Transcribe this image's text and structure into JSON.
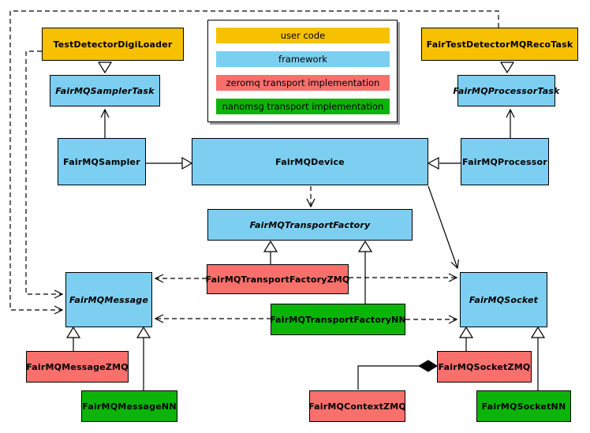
{
  "diagram_type": "uml-class-diagram",
  "legend": {
    "items": [
      {
        "label": "user code",
        "color": "#F7C102",
        "category": "user-code"
      },
      {
        "label": "framework",
        "color": "#7DCFF1",
        "category": "framework"
      },
      {
        "label": "zeromq transport implementation",
        "color": "#F7706B",
        "category": "zeromq"
      },
      {
        "label": "nanomsg transport implementation",
        "color": "#0CB409",
        "category": "nanomsg"
      }
    ]
  },
  "nodes": {
    "test_detector_digi_loader": {
      "label": "TestDetectorDigiLoader",
      "category": "user-code",
      "abstract": false
    },
    "fair_test_detector_mq_reco_task": {
      "label": "FairTestDetectorMQRecoTask",
      "category": "user-code",
      "abstract": false
    },
    "fairmq_sampler_task": {
      "label": "FairMQSamplerTask",
      "category": "framework",
      "abstract": true
    },
    "fairmq_processor_task": {
      "label": "FairMQProcessorTask",
      "category": "framework",
      "abstract": true
    },
    "fairmq_sampler": {
      "label": "FairMQSampler",
      "category": "framework",
      "abstract": false
    },
    "fairmq_device": {
      "label": "FairMQDevice",
      "category": "framework",
      "abstract": false
    },
    "fairmq_processor": {
      "label": "FairMQProcessor",
      "category": "framework",
      "abstract": false
    },
    "fairmq_transport_factory": {
      "label": "FairMQTransportFactory",
      "category": "framework",
      "abstract": true
    },
    "fairmq_transport_factory_zmq": {
      "label": "FairMQTransportFactoryZMQ",
      "category": "zeromq",
      "abstract": false
    },
    "fairmq_transport_factory_nn": {
      "label": "FairMQTransportFactoryNN",
      "category": "nanomsg",
      "abstract": false
    },
    "fairmq_message": {
      "label": "FairMQMessage",
      "category": "framework",
      "abstract": true
    },
    "fairmq_socket": {
      "label": "FairMQSocket",
      "category": "framework",
      "abstract": true
    },
    "fairmq_message_zmq": {
      "label": "FairMQMessageZMQ",
      "category": "zeromq",
      "abstract": false
    },
    "fairmq_message_nn": {
      "label": "FairMQMessageNN",
      "category": "nanomsg",
      "abstract": false
    },
    "fairmq_context_zmq": {
      "label": "FairMQContextZMQ",
      "category": "zeromq",
      "abstract": false
    },
    "fairmq_socket_zmq": {
      "label": "FairMQSocketZMQ",
      "category": "zeromq",
      "abstract": false
    },
    "fairmq_socket_nn": {
      "label": "FairMQSocketNN",
      "category": "nanomsg",
      "abstract": false
    }
  },
  "edges": [
    {
      "from": "TestDetectorDigiLoader",
      "to": "FairMQSamplerTask",
      "type": "inheritance-hollow-triangle",
      "line": "solid"
    },
    {
      "from": "FairTestDetectorMQRecoTask",
      "to": "FairMQProcessorTask",
      "type": "inheritance-hollow-triangle",
      "line": "solid"
    },
    {
      "from": "FairMQSampler",
      "to": "FairMQSamplerTask",
      "type": "open-arrow",
      "line": "solid"
    },
    {
      "from": "FairMQProcessor",
      "to": "FairMQProcessorTask",
      "type": "open-arrow",
      "line": "solid"
    },
    {
      "from": "FairMQSampler",
      "to": "FairMQDevice",
      "type": "inheritance-hollow-triangle",
      "line": "solid"
    },
    {
      "from": "FairMQProcessor",
      "to": "FairMQDevice",
      "type": "inheritance-hollow-triangle",
      "line": "solid"
    },
    {
      "from": "FairMQDevice",
      "to": "FairMQTransportFactory",
      "type": "open-arrow",
      "line": "dashed"
    },
    {
      "from": "FairMQDevice",
      "to": "FairMQSocket",
      "type": "open-arrow",
      "line": "solid"
    },
    {
      "from": "FairMQTransportFactoryZMQ",
      "to": "FairMQTransportFactory",
      "type": "inheritance-hollow-triangle",
      "line": "solid"
    },
    {
      "from": "FairMQTransportFactoryNN",
      "to": "FairMQTransportFactory",
      "type": "inheritance-hollow-triangle",
      "line": "solid"
    },
    {
      "from": "FairMQTransportFactoryZMQ",
      "to": "FairMQMessage",
      "type": "open-arrow",
      "line": "dashed"
    },
    {
      "from": "FairMQTransportFactoryZMQ",
      "to": "FairMQSocket",
      "type": "open-arrow",
      "line": "dashed"
    },
    {
      "from": "FairMQTransportFactoryNN",
      "to": "FairMQMessage",
      "type": "open-arrow",
      "line": "dashed"
    },
    {
      "from": "FairMQTransportFactoryNN",
      "to": "FairMQSocket",
      "type": "open-arrow",
      "line": "dashed"
    },
    {
      "from": "TestDetectorDigiLoader",
      "to": "FairMQMessage",
      "type": "open-arrow",
      "line": "dashed"
    },
    {
      "from": "FairTestDetectorMQRecoTask",
      "to": "FairMQMessage",
      "type": "open-arrow",
      "line": "dashed"
    },
    {
      "from": "FairMQMessageZMQ",
      "to": "FairMQMessage",
      "type": "inheritance-hollow-triangle",
      "line": "solid"
    },
    {
      "from": "FairMQMessageNN",
      "to": "FairMQMessage",
      "type": "inheritance-hollow-triangle",
      "line": "solid"
    },
    {
      "from": "FairMQSocketZMQ",
      "to": "FairMQSocket",
      "type": "inheritance-hollow-triangle",
      "line": "solid"
    },
    {
      "from": "FairMQSocketNN",
      "to": "FairMQSocket",
      "type": "inheritance-hollow-triangle",
      "line": "solid"
    },
    {
      "from": "FairMQSocketZMQ",
      "to": "FairMQContextZMQ",
      "type": "composition-filled-diamond",
      "line": "solid"
    }
  ]
}
